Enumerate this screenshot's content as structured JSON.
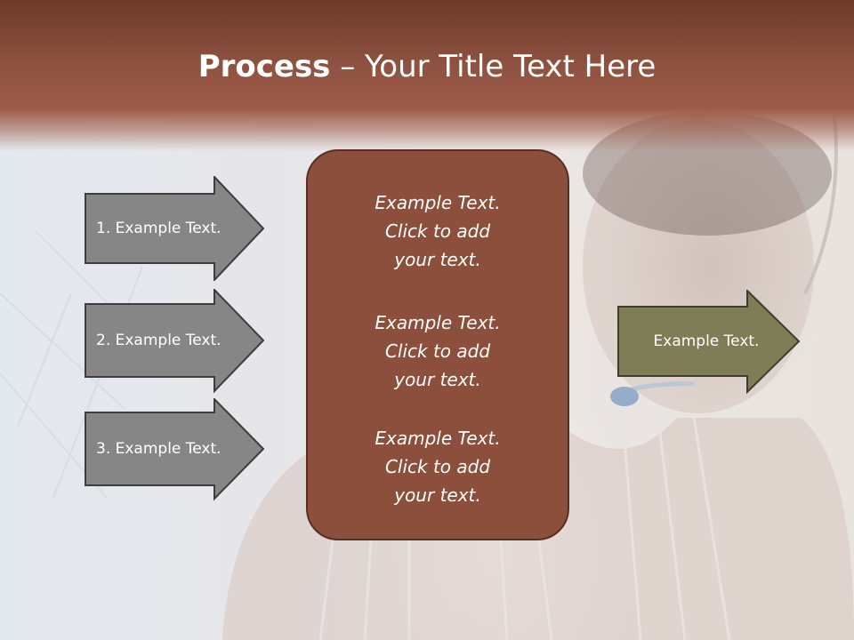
{
  "slide": {
    "title_bold": "Process",
    "title_rest": " – Your Title Text Here"
  },
  "left_arrows": [
    {
      "label": "1. Example Text."
    },
    {
      "label": "2. Example Text."
    },
    {
      "label": "3. Example Text."
    }
  ],
  "center_box": {
    "blocks": [
      {
        "line1": "Example Text.",
        "line2": "Click  to add",
        "line3": "your text."
      },
      {
        "line1": "Example Text.",
        "line2": "Click  to add",
        "line3": "your text."
      },
      {
        "line1": "Example Text.",
        "line2": "Click  to add",
        "line3": "your text."
      }
    ]
  },
  "right_arrow": {
    "label": "Example Text."
  },
  "colors": {
    "title_band": "#905341",
    "left_arrow_fill": "#868686",
    "center_box_fill": "#8b4f3c",
    "right_arrow_fill": "#7f7d55"
  }
}
